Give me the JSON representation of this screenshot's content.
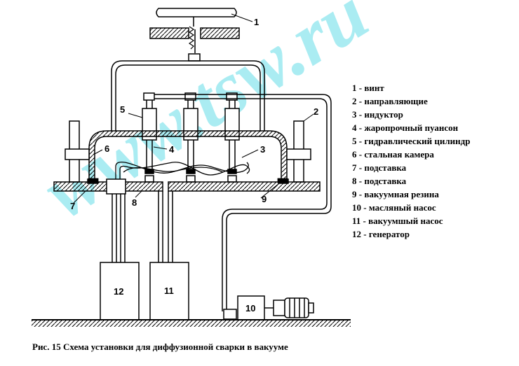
{
  "watermark": "www.tsw.ru",
  "callouts": {
    "c1": "1",
    "c2": "2",
    "c3": "3",
    "c4": "4",
    "c5": "5",
    "c6": "6",
    "c7": "7",
    "c8": "8",
    "c9": "9",
    "c10": "10",
    "c11": "11",
    "c12": "12"
  },
  "legend": [
    "1 - винт",
    "2 - направляющие",
    "3 - индуктор",
    "4 - жаропрочный пуансон",
    "5 - гидравлический цилиндр",
    "6 - стальная камера",
    "7 - подставка",
    "8 - подставка",
    "9 - вакуумная резина",
    "10 - масляный насос",
    "11 - вакуумшый насос",
    "12 - генератор"
  ],
  "caption": "Рис. 15  Схема установки для диффузионной сварки в вакууме"
}
